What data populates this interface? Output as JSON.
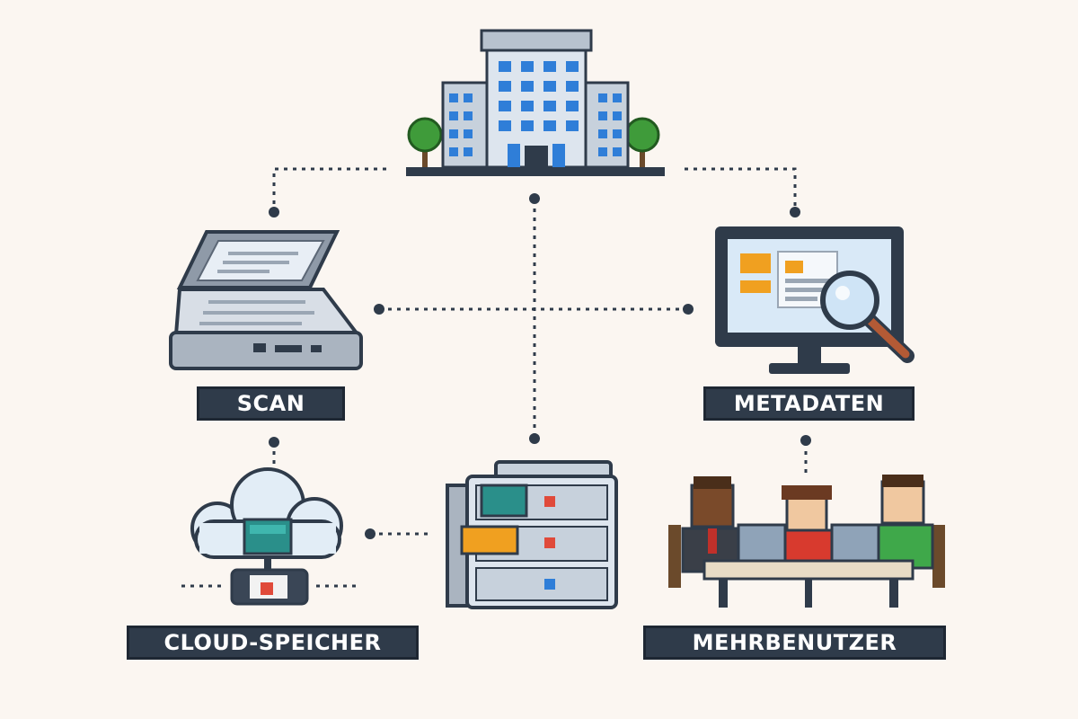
{
  "nodes": {
    "scan": "SCAN",
    "metadata": "METADATEN",
    "cloud": "CLOUD-SPEICHER",
    "multiuser": "MEHRBENUTZER"
  },
  "icons": {
    "hq": "office-building-icon",
    "scanner": "flatbed-scanner-icon",
    "monitor": "monitor-magnifier-icon",
    "cloud": "cloud-storage-icon",
    "server": "document-server-icon",
    "team": "team-at-computers-icon"
  },
  "colors": {
    "background": "#fbf6f1",
    "label_bg": "#2f3b4a",
    "label_text": "#ffffff",
    "connector": "#2f3b4a",
    "accent_blue": "#2f7ed8",
    "accent_orange": "#f0a020",
    "accent_teal": "#2a8f8a"
  }
}
